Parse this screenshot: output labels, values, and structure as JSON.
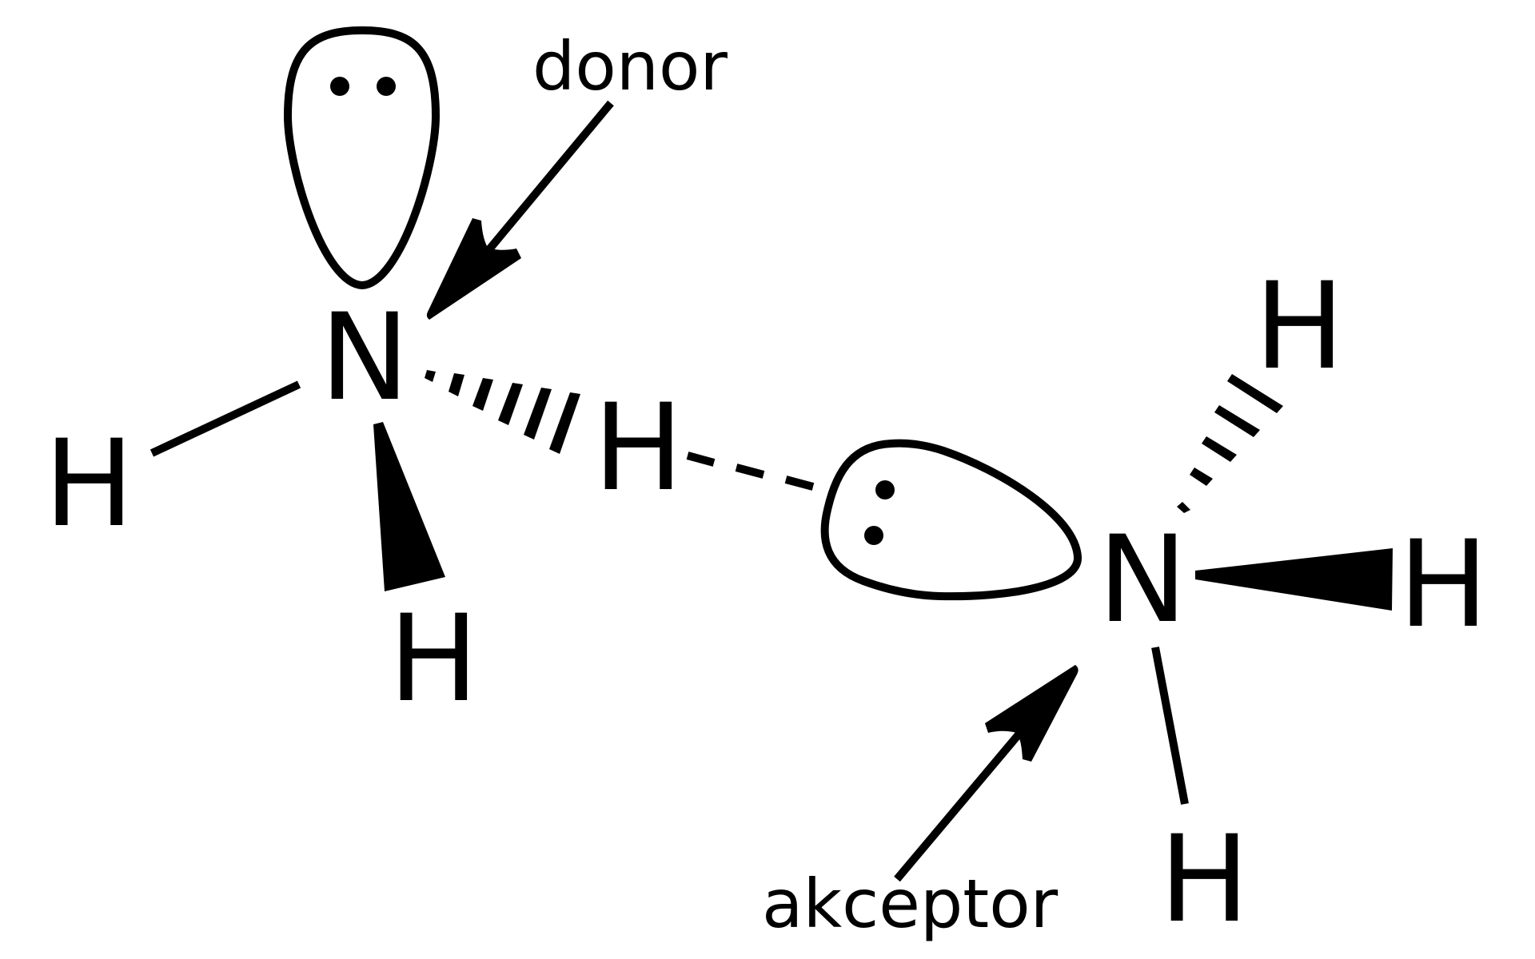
{
  "diagram": {
    "type": "hydrogen-bond-between-ammonia-molecules",
    "labels": {
      "donor": "donor",
      "acceptor": "akceptor"
    },
    "molecule_left": {
      "nitrogen": "N",
      "hydrogen_left": "H",
      "hydrogen_bottom": "H",
      "hydrogen_shared": "H",
      "lone_pair": "lone-pair-lobe-up"
    },
    "molecule_right": {
      "nitrogen": "N",
      "hydrogen_top": "H",
      "hydrogen_right": "H",
      "hydrogen_bottom": "H",
      "lone_pair": "lone-pair-lobe-left"
    },
    "bonds": [
      {
        "from": "N_left",
        "to": "H_left",
        "style": "plain"
      },
      {
        "from": "N_left",
        "to": "H_bottom",
        "style": "solid-wedge"
      },
      {
        "from": "N_left",
        "to": "H_shared",
        "style": "hashed-wedge"
      },
      {
        "from": "H_shared",
        "to": "lone_pair_right",
        "style": "dashed-hydrogen-bond"
      },
      {
        "from": "N_right",
        "to": "H_top",
        "style": "hashed-wedge"
      },
      {
        "from": "N_right",
        "to": "H_right",
        "style": "solid-wedge"
      },
      {
        "from": "N_right",
        "to": "H_bottom",
        "style": "plain"
      }
    ],
    "colors": {
      "ink": "#000000",
      "background": "#ffffff"
    }
  }
}
